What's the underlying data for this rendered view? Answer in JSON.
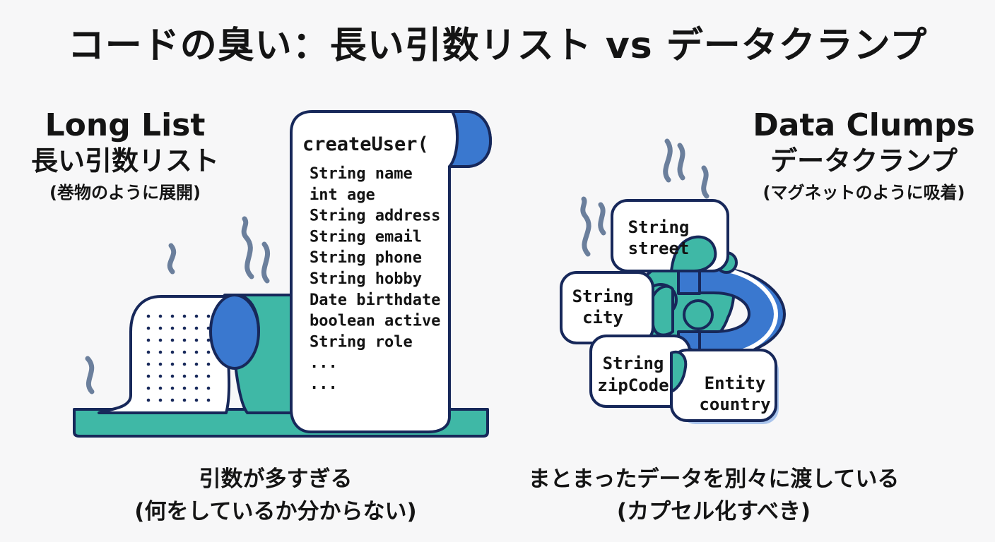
{
  "title": "コードの臭い：長い引数リスト vs データクランプ",
  "left": {
    "heading_en": "Long List",
    "heading_ja": "長い引数リスト",
    "heading_sub": "(巻物のように展開)",
    "function_name": "createUser(",
    "params": [
      "String name",
      "int age",
      "String address",
      "String email",
      "String phone",
      "String hobby",
      "Date birthdate",
      "boolean active",
      "String role",
      "...",
      "..."
    ],
    "caption_line1": "引数が多すぎる",
    "caption_line2": "(何をしているか分からない)"
  },
  "right": {
    "heading_en": "Data Clumps",
    "heading_ja": "データクランプ",
    "heading_sub": "(マグネットのように吸着)",
    "cards": [
      {
        "line1": "String",
        "line2": "street"
      },
      {
        "line1": "String",
        "line2": "city"
      },
      {
        "line1": "String",
        "line2": "zipCode"
      },
      {
        "line1": "Entity",
        "line2": "country"
      }
    ],
    "caption_line1": "まとまったデータを別々に渡している",
    "caption_line2": "(カプセル化すべき)"
  },
  "colors": {
    "outline": "#17285a",
    "teal": "#3fb8a6",
    "blue": "#3a78cf",
    "smoke": "#6b7f9c",
    "paper": "#ffffff",
    "background": "#f7f7f8"
  }
}
